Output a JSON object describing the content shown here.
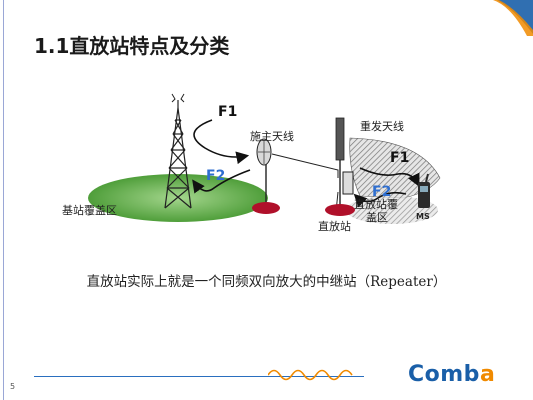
{
  "slide": {
    "title": "1.1直放站特点及分类",
    "caption": "直放站实际上就是一个同频双向放大的中继站（Repeater）",
    "page_number": "5"
  },
  "diagram": {
    "labels": {
      "f1_top": "F1",
      "f2_left": "F2",
      "f1_right": "F1",
      "f2_right": "F2",
      "donor_antenna": "施主天线",
      "service_antenna": "重发天线",
      "bts_coverage": "基站覆盖区",
      "repeater_coverage_line1": "直放站覆",
      "repeater_coverage_line2": "盖区",
      "repeater": "直放站",
      "ms": "MS"
    },
    "colors": {
      "coverage_green": "#5fae46",
      "base_red": "#b0102a",
      "f_label_blue": "#2f6fd0",
      "f_label_black": "#111111"
    },
    "icons": [
      "tower-icon",
      "dish-antenna-icon",
      "panel-antenna-icon",
      "repeater-box-icon",
      "mobile-phone-icon"
    ]
  },
  "brand": {
    "logo_main": "Comb",
    "logo_accent": "a",
    "primary_color": "#1a5fa8",
    "accent_color": "#f08a00"
  }
}
